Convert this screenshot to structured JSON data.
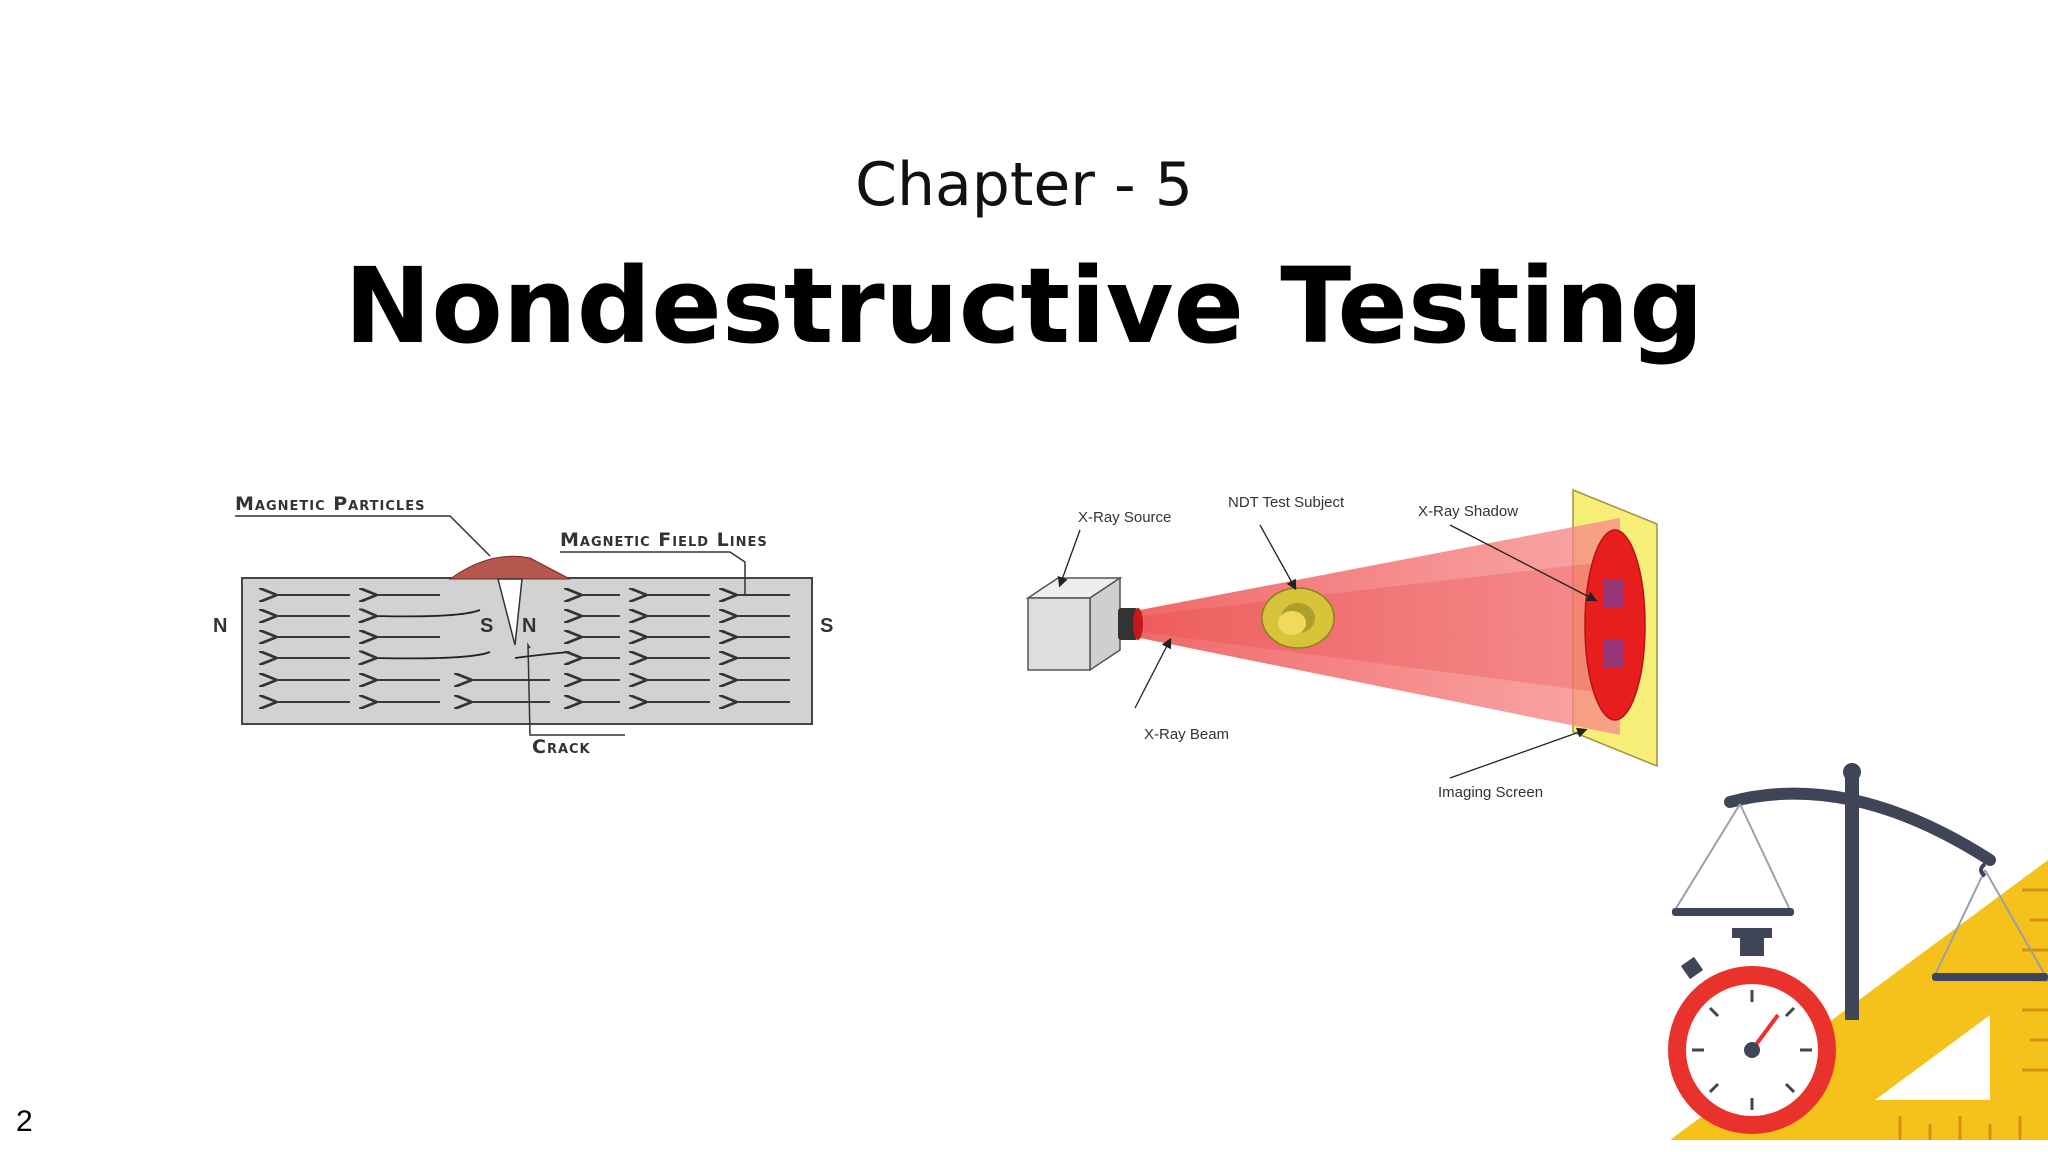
{
  "slide": {
    "subtitle": "Chapter - 5",
    "title": "Nondestructive Testing",
    "page_number": "2"
  },
  "magnetic_diagram": {
    "particles_label": "Magnetic Particles",
    "field_lines_label": "Magnetic Field Lines",
    "crack_label": "Crack",
    "north_label": "N",
    "south_label": "S",
    "crack_south_label": "S",
    "crack_north_label": "N"
  },
  "xray_diagram": {
    "source_label": "X-Ray Source",
    "subject_label": "NDT Test Subject",
    "shadow_label": "X-Ray Shadow",
    "beam_label": "X-Ray Beam",
    "screen_label": "Imaging Screen"
  },
  "colors": {
    "accent_yellow": "#f5c21b",
    "stopwatch_red": "#e8322b",
    "scale_gray": "#3d4557",
    "beam_red": "#f24a4a"
  },
  "icons": [
    "scale-icon",
    "stopwatch-icon",
    "set-square-ruler-icon"
  ]
}
